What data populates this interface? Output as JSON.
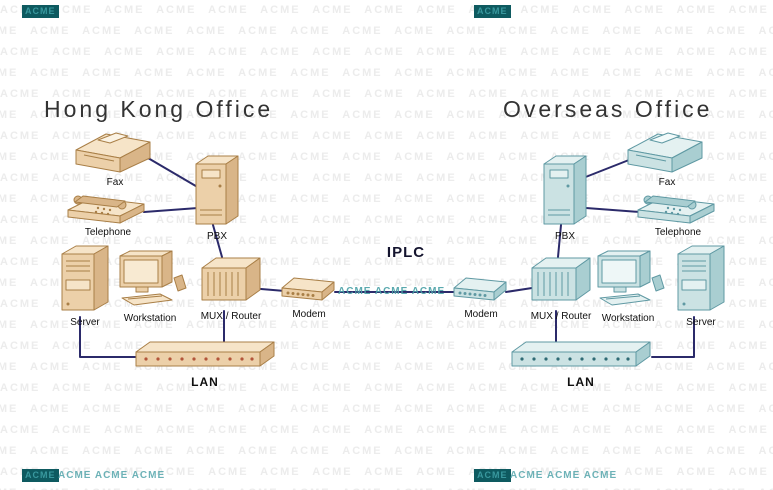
{
  "offices": {
    "left": {
      "name": "Hong Kong Office",
      "accent": "#ecd0a9",
      "devices": {
        "fax": "Fax",
        "telephone": "Telephone",
        "pbx": "PBX",
        "server": "Server",
        "workstation": "Workstation",
        "mux_router": "MUX / Router",
        "modem": "Modem",
        "lan": "LAN"
      }
    },
    "right": {
      "name": "Overseas Office",
      "accent": "#cbe2e3",
      "devices": {
        "fax": "Fax",
        "telephone": "Telephone",
        "pbx": "PBX",
        "server": "Server",
        "workstation": "Workstation",
        "mux_router": "MUX / Router",
        "modem": "Modem",
        "lan": "LAN"
      }
    }
  },
  "link": {
    "label": "IPLC",
    "line_color": "#2b2a6a"
  },
  "watermark": {
    "text": "ACME",
    "strip": "ACME ACME ACME"
  }
}
